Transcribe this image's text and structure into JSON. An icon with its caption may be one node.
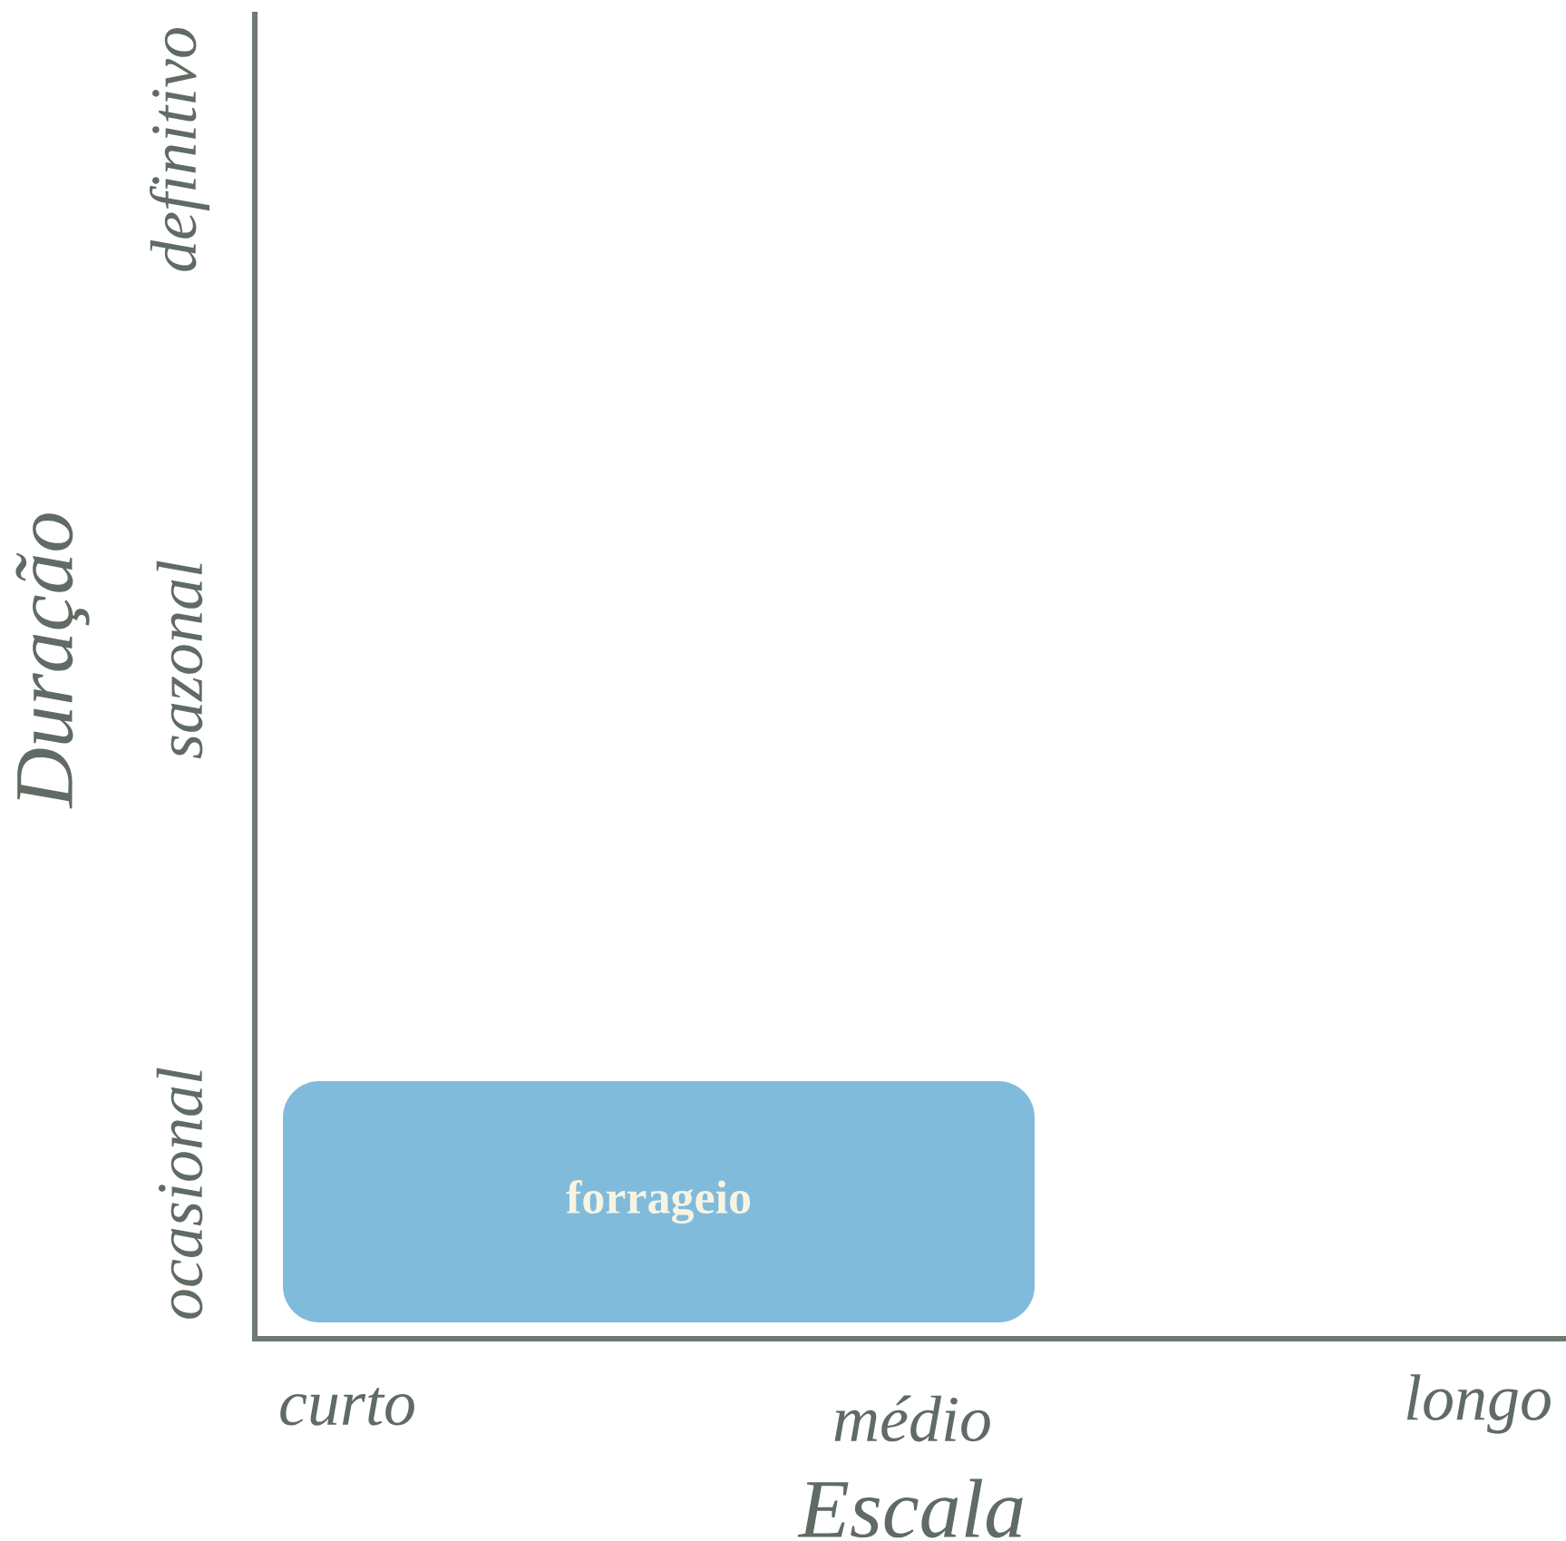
{
  "diagram": {
    "nodes": [
      {
        "text": [
          "forrageio"
        ]
      }
    ],
    "labels": [
      "definitivo",
      "sazonal",
      "Duração",
      "ocasional",
      "curto",
      "médio",
      "longo",
      "Escala"
    ]
  }
}
